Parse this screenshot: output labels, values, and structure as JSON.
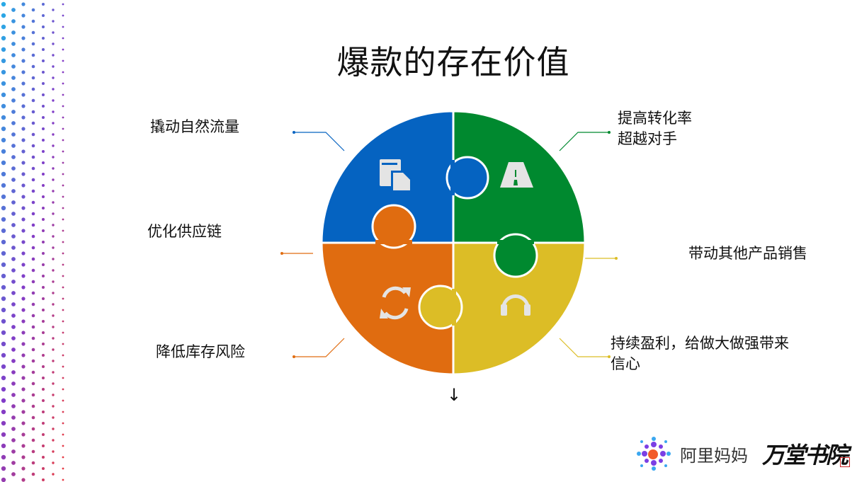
{
  "title": "爆款的存在价值",
  "labels": {
    "traffic": "撬动自然流量",
    "conversion_1": "提高转化率",
    "conversion_2": "超越对手",
    "supply": "优化供应链",
    "sales": "带动其他产品销售",
    "inventory": "降低库存风险",
    "profit_1": "持续盈利，给做大做强带来",
    "profit_2": "信心"
  },
  "colors": {
    "blue": "#0563C1",
    "green": "#00892F",
    "orange": "#E06C10",
    "yellow": "#DCBD26"
  },
  "icons": [
    "documents-icon",
    "road-icon",
    "refresh-icon",
    "headphones-icon"
  ],
  "arrow": "↓",
  "footer": {
    "logo_text": "阿里妈妈",
    "brand_text": "万堂书院"
  }
}
